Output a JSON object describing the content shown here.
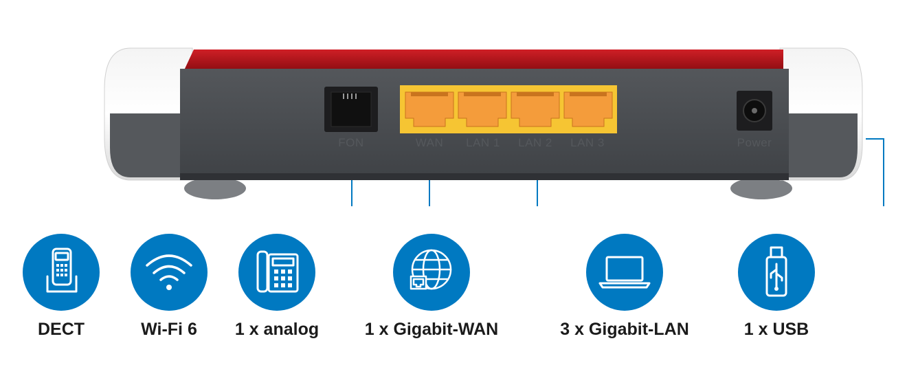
{
  "router": {
    "ports": [
      {
        "id": "fon",
        "label": "FON"
      },
      {
        "id": "wan",
        "label": "WAN"
      },
      {
        "id": "lan1",
        "label": "LAN 1"
      },
      {
        "id": "lan2",
        "label": "LAN 2"
      },
      {
        "id": "lan3",
        "label": "LAN 3"
      },
      {
        "id": "power",
        "label": "Power"
      }
    ]
  },
  "features": [
    {
      "icon": "dect-phone-icon",
      "label": "DECT"
    },
    {
      "icon": "wifi-icon",
      "label": "Wi-Fi 6"
    },
    {
      "icon": "desk-phone-icon",
      "label": "1 x analog"
    },
    {
      "icon": "globe-icon",
      "label": "1 x Gigabit-WAN"
    },
    {
      "icon": "laptop-icon",
      "label": "3 x Gigabit-LAN"
    },
    {
      "icon": "usb-stick-icon",
      "label": "1 x USB"
    }
  ],
  "colors": {
    "accent_blue": "#0079c1",
    "router_red": "#b8121b",
    "router_body": "#4a4d51",
    "port_yellow": "#f6c533",
    "port_orange": "#f49c3b"
  }
}
